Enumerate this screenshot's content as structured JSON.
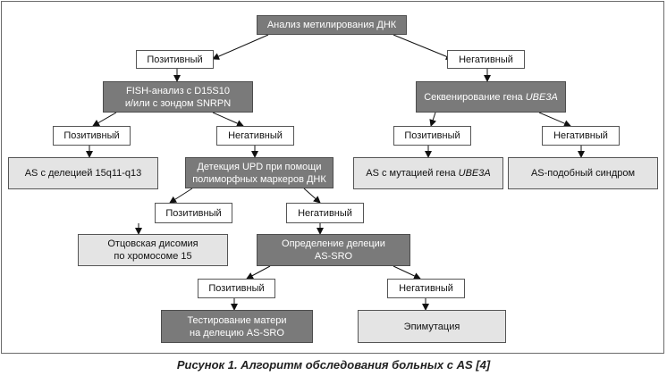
{
  "nodes": {
    "root": "Анализ метилирования ДНК",
    "pos1": "Позитивный",
    "neg1": "Негативный",
    "fish": "FISH-анализ с D15S10\nи/или с зондом SNRPN",
    "seq_prefix": "Секвенирование гена ",
    "seq_gene": "UBE3A",
    "pos2": "Позитивный",
    "neg2": "Негативный",
    "pos3": "Позитивный",
    "neg3": "Негативный",
    "as_del": "AS с делецией 15q11-q13",
    "upd": "Детекция UPD при помощи\nполиморфных маркеров ДНК",
    "as_mut_prefix": "AS с мутацией гена ",
    "as_mut_gene": "UBE3A",
    "as_like": "AS-подобный синдром",
    "pos4": "Позитивный",
    "neg4": "Негативный",
    "disomy": "Отцовская дисомия\nпо хромосоме 15",
    "sro": "Определение делеции\nAS-SRO",
    "pos5": "Позитивный",
    "neg5": "Негативный",
    "mother": "Тестирование матери\nна делецию AS-SRO",
    "epimut": "Эпимутация"
  },
  "caption": "Рисунок 1. Алгоритм обследования больных с AS [4]"
}
